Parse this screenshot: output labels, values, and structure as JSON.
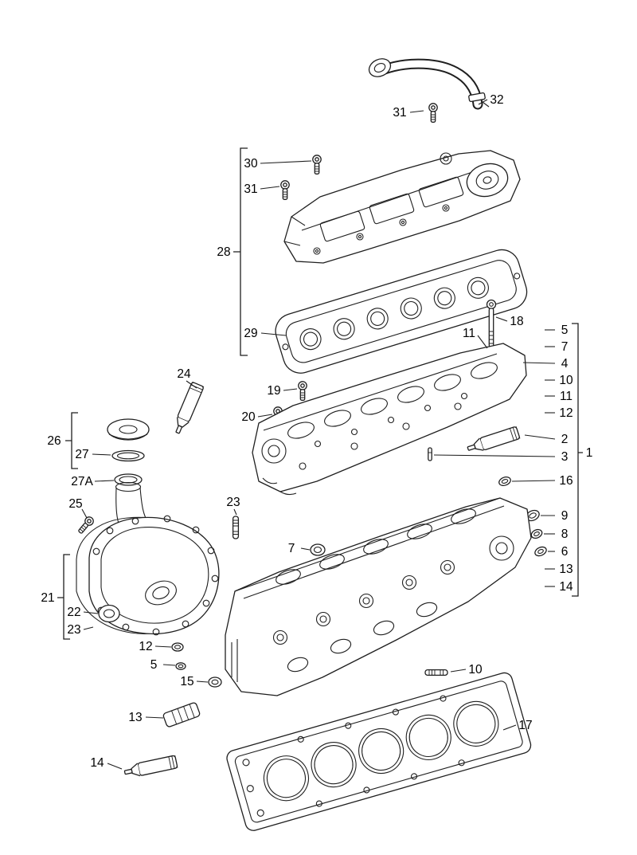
{
  "diagram": {
    "type": "exploded-parts-diagram",
    "subject": "Engine cylinder head, gaskets and valve cover assembly",
    "colors": {
      "line": "#1f1f1f",
      "background": "#ffffff"
    },
    "callouts": {
      "c32": "32",
      "c31a": "31",
      "c30": "30",
      "c31b": "31",
      "c28": "28",
      "c29": "29",
      "c18": "18",
      "c11a": "11",
      "c5a": "5",
      "c7a": "7",
      "c4": "4",
      "c10a": "10",
      "c11b": "11",
      "c12a": "12",
      "c2": "2",
      "c3": "3",
      "c1": "1",
      "c16": "16",
      "c9": "9",
      "c8": "8",
      "c6": "6",
      "c13a": "13",
      "c14a": "14",
      "c24": "24",
      "c26": "26",
      "c27": "27",
      "c27a": "27A",
      "c25": "25",
      "c23a": "23",
      "c19": "19",
      "c20": "20",
      "c7b": "7",
      "c21": "21",
      "c22": "22",
      "c23b": "23",
      "c12b": "12",
      "c5b": "5",
      "c15": "15",
      "c13b": "13",
      "c14b": "14",
      "c10b": "10",
      "c17": "17"
    }
  }
}
